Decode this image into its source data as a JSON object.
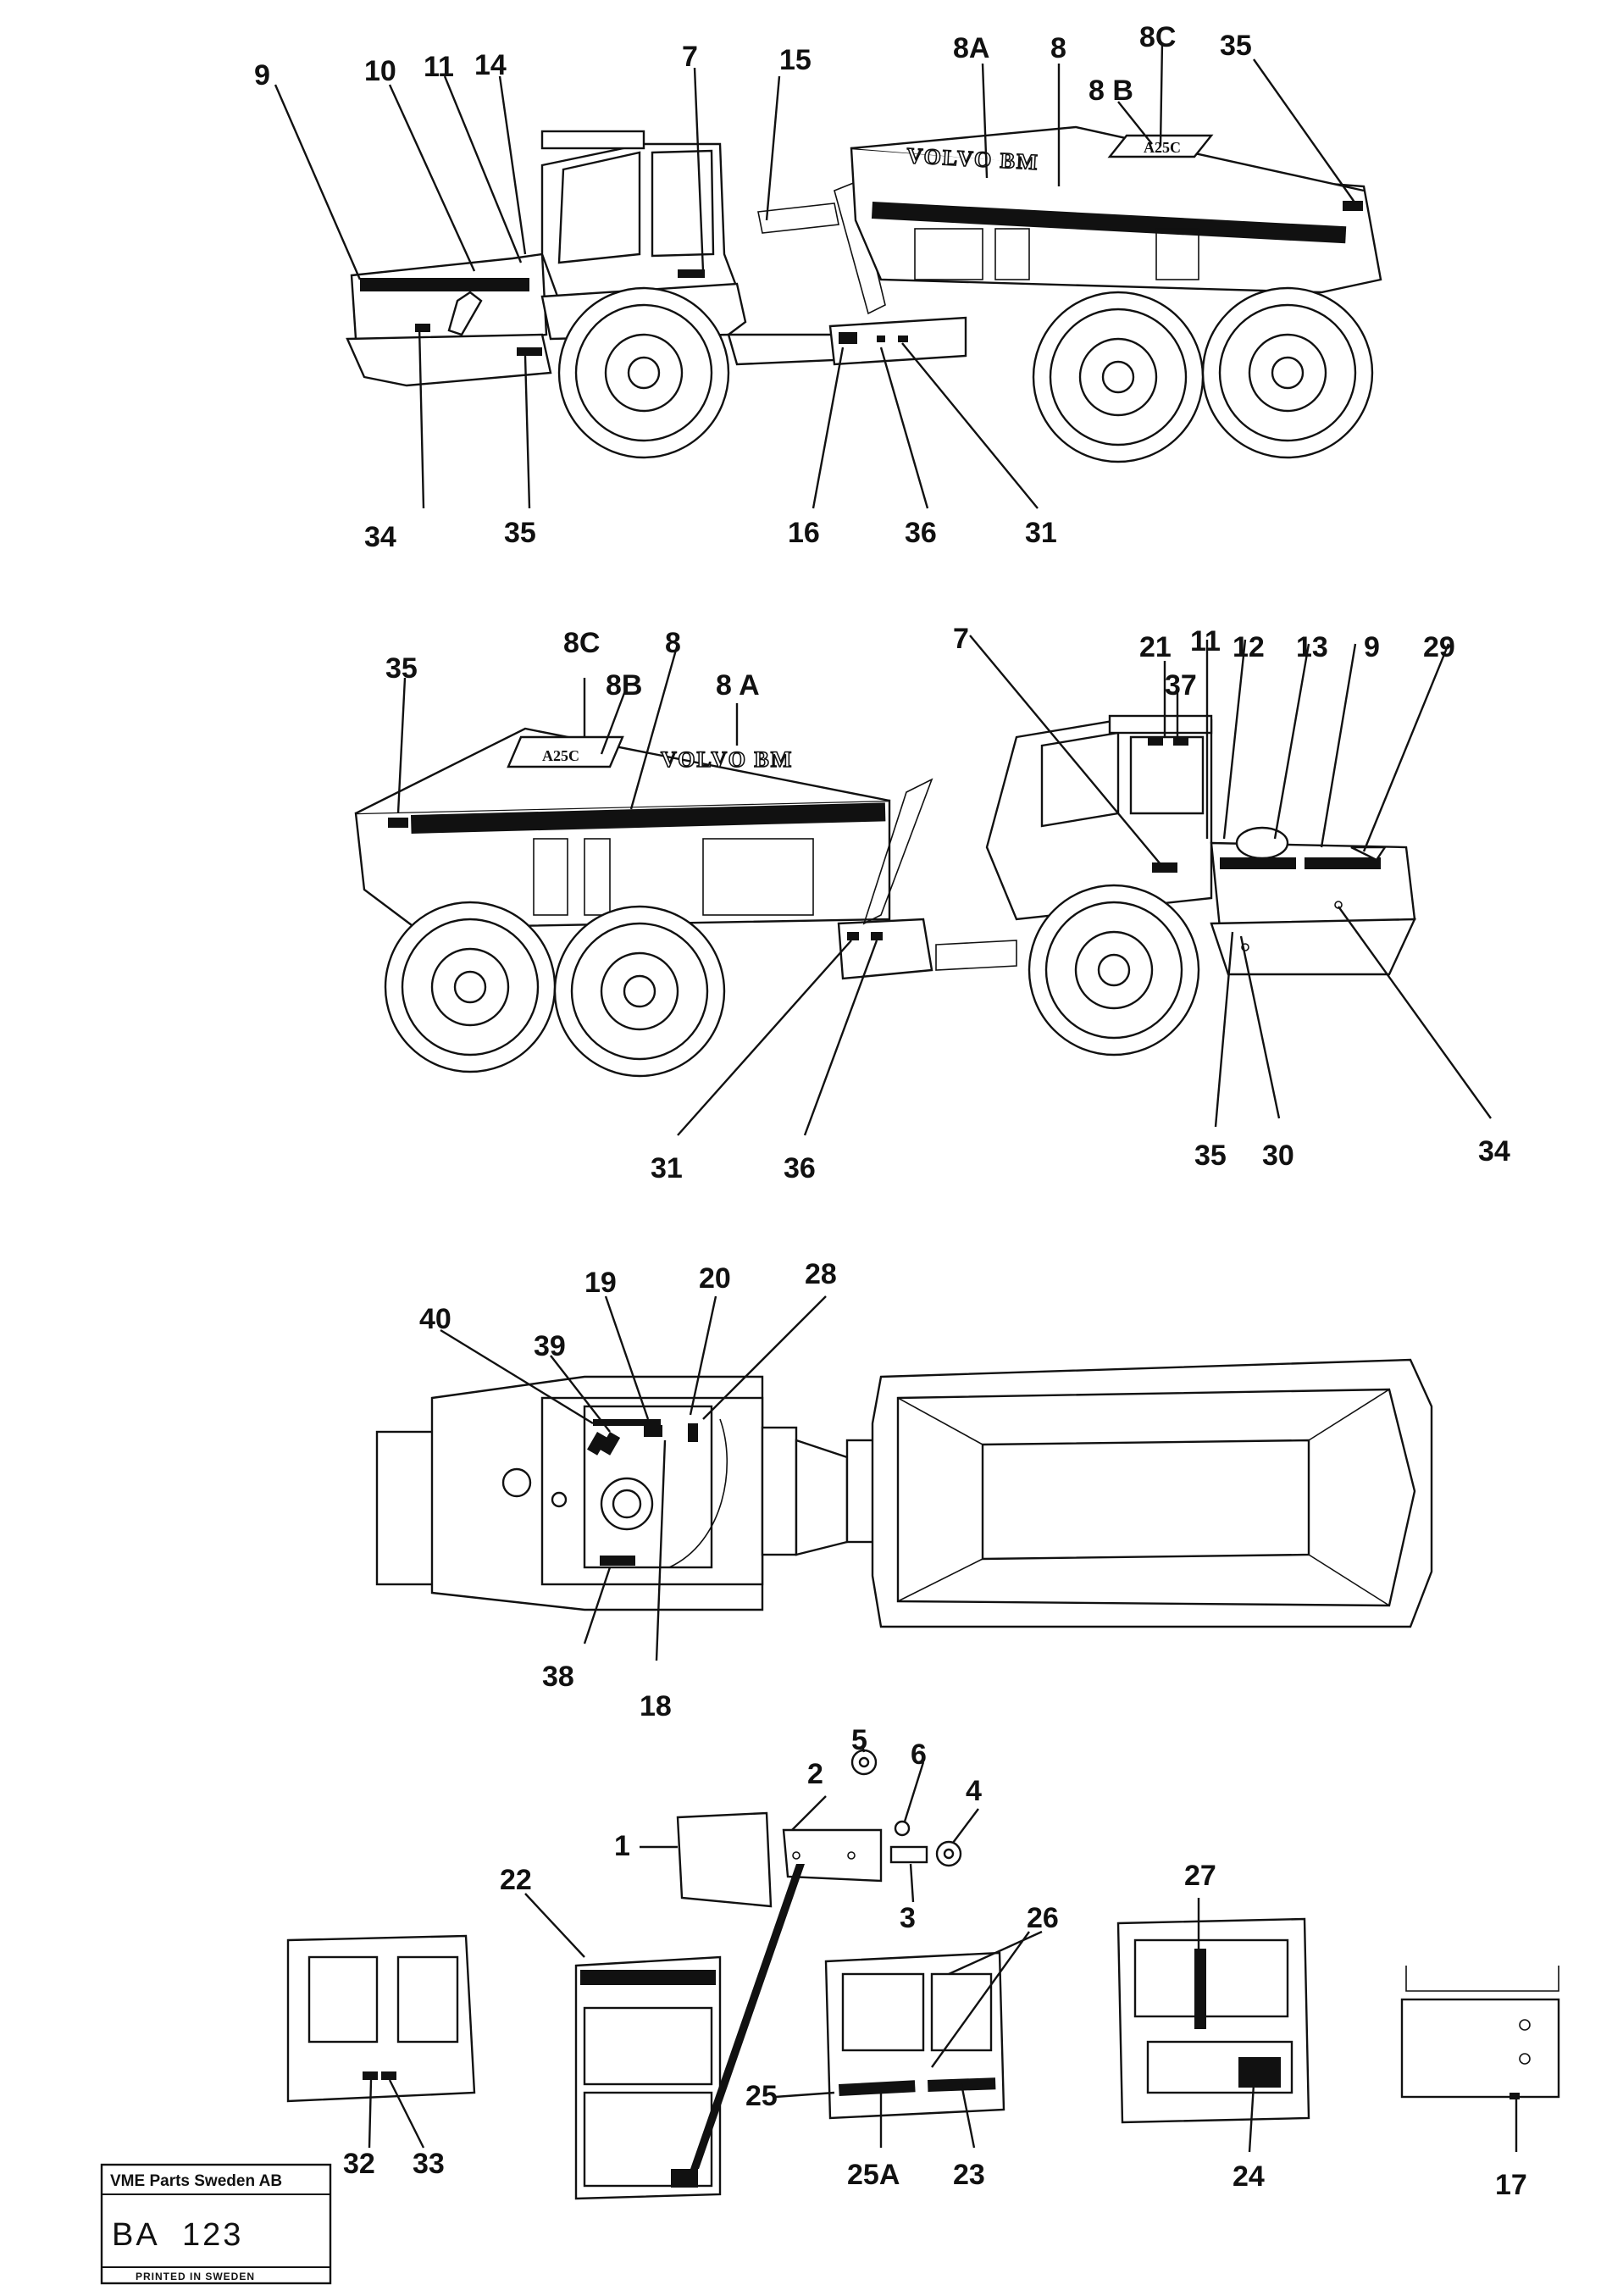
{
  "callouts_view1": [
    "9",
    "10",
    "11",
    "14",
    "7",
    "15",
    "8A",
    "8",
    "8 B",
    "8C",
    "35",
    "34",
    "35",
    "16",
    "36",
    "31"
  ],
  "callouts_view2": [
    "35",
    "8C",
    "8B",
    "8",
    "8 A",
    "7",
    "21",
    "11",
    "12",
    "13",
    "9",
    "29",
    "37",
    "31",
    "36",
    "35",
    "30",
    "34"
  ],
  "callouts_view3": [
    "40",
    "39",
    "19",
    "20",
    "28",
    "38",
    "18"
  ],
  "callouts_parts": [
    "5",
    "6",
    "2",
    "4",
    "1",
    "3",
    "22",
    "26",
    "27",
    "25",
    "25A",
    "23",
    "24",
    "32",
    "33",
    "17"
  ],
  "decals": {
    "volvo_bm": "VOLVO BM",
    "a_code": "A25C"
  },
  "title_block": {
    "company": "VME Parts Sweden AB",
    "code_prefix": "BA",
    "code_number": "123",
    "printed": "PRINTED IN SWEDEN"
  }
}
